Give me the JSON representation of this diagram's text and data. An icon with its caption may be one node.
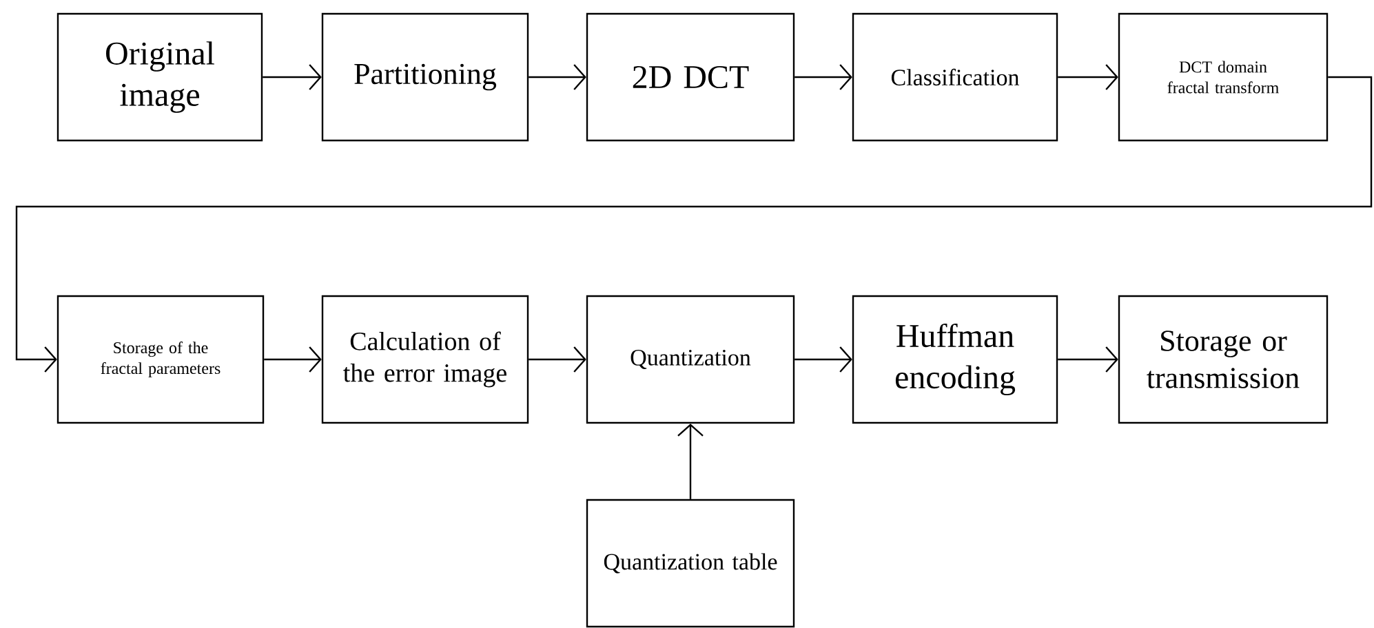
{
  "diagram": {
    "nodes": [
      {
        "text": [
          "Original image"
        ]
      },
      {
        "text": [
          "Partitioning"
        ]
      },
      {
        "text": [
          "2D DCT"
        ]
      },
      {
        "text": [
          "Classification"
        ]
      },
      {
        "text": [
          "DCT domain fractal transform"
        ]
      },
      {
        "text": [
          "Storage of the fractal parameters"
        ]
      },
      {
        "text": [
          "Calculation of the error image"
        ]
      },
      {
        "text": [
          "Quantization"
        ]
      },
      {
        "text": [
          "Huffman encoding"
        ]
      },
      {
        "text": [
          "Storage or transmission"
        ]
      },
      {
        "text": [
          "Quantization table"
        ]
      }
    ],
    "edges": [
      {
        "from": 0,
        "to": 1,
        "arrow": "to"
      },
      {
        "from": 1,
        "to": 2,
        "arrow": "to"
      },
      {
        "from": 2,
        "to": 3,
        "arrow": "to"
      },
      {
        "from": 3,
        "to": 4,
        "arrow": "to"
      },
      {
        "from": 4,
        "to": 5,
        "arrow": "to"
      },
      {
        "from": 5,
        "to": 6,
        "arrow": "to"
      },
      {
        "from": 6,
        "to": 7,
        "arrow": "to"
      },
      {
        "from": 7,
        "to": 8,
        "arrow": "to"
      },
      {
        "from": 8,
        "to": 9,
        "arrow": "to"
      },
      {
        "from": 10,
        "to": 7,
        "arrow": "to"
      }
    ]
  }
}
